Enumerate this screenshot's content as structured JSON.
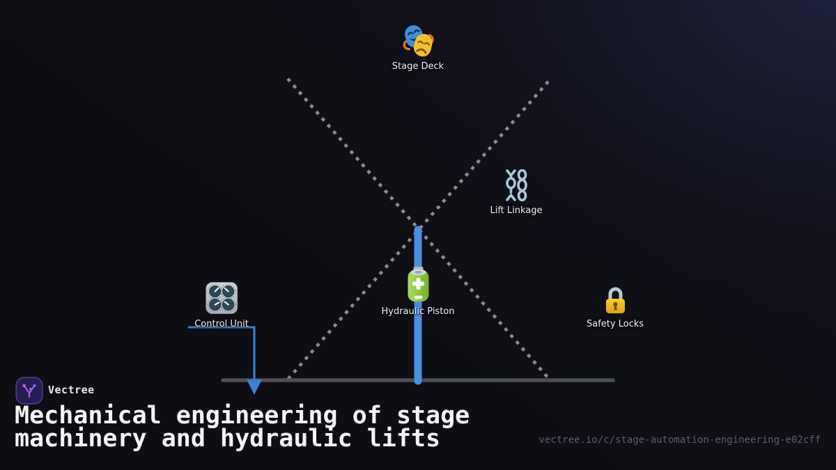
{
  "brand": {
    "name": "Vectree",
    "logo_icon": "vectree-branch-icon"
  },
  "title": "Mechanical engineering of stage machinery and hydraulic lifts",
  "footer_url": "vectree.io/c/stage-automation-engineering-e02cff",
  "diagram": {
    "nodes": [
      {
        "id": "stage-deck",
        "label": "Stage Deck",
        "icon": "theater-masks-icon"
      },
      {
        "id": "lift-linkage",
        "label": "Lift Linkage",
        "icon": "chain-links-icon"
      },
      {
        "id": "hydraulic-piston",
        "label": "Hydraulic Piston",
        "icon": "battery-icon"
      },
      {
        "id": "control-unit",
        "label": "Control Unit",
        "icon": "control-knobs-icon"
      },
      {
        "id": "safety-locks",
        "label": "Safety Locks",
        "icon": "padlock-icon"
      }
    ],
    "links": [
      {
        "from": "control-unit",
        "to": "stage-base",
        "style": "arrow"
      },
      {
        "shape": "scissor-cross-dashed"
      },
      {
        "shape": "piston-column"
      },
      {
        "shape": "stage-base-bar"
      }
    ],
    "colors": {
      "connector_blue": "#3e7fd6",
      "piston_blue": "#4a90e2",
      "scissor_dash": "#8a8a8a",
      "base_bar": "#4c4f54",
      "brand_purple": "#8b5cf6"
    }
  }
}
